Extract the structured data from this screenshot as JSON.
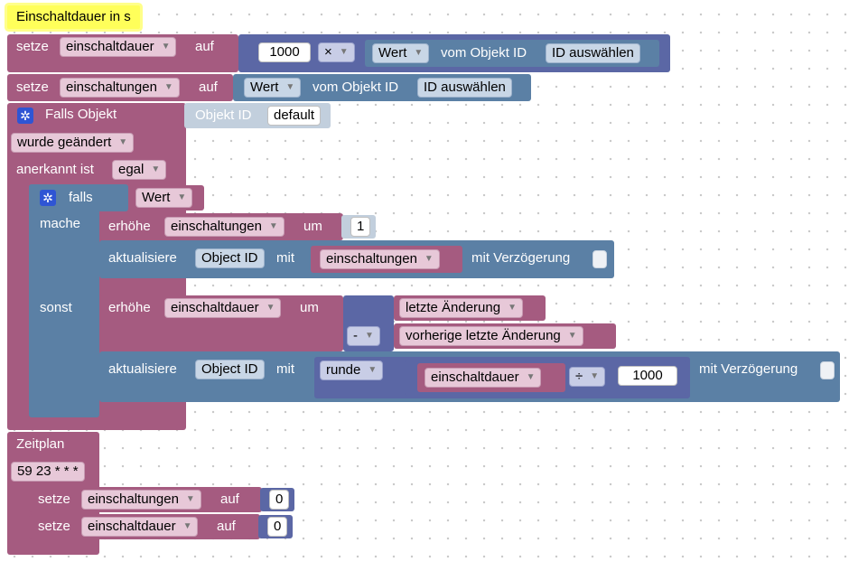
{
  "comment": "Einschaltdauer in s",
  "row1": {
    "setze": "setze",
    "var": "einschaltdauer",
    "auf": "auf",
    "num": "1000",
    "op": "×",
    "wert": "Wert",
    "vom": "vom Objekt ID",
    "id": "ID auswählen"
  },
  "row2": {
    "setze": "setze",
    "var": "einschaltungen",
    "auf": "auf",
    "wert": "Wert",
    "vom": "vom Objekt ID",
    "id": "ID auswählen"
  },
  "trigger": {
    "falls_objekt": "Falls Objekt",
    "objekt_id": "Objekt ID",
    "default": "default",
    "changed": "wurde geändert",
    "anerkannt": "anerkannt ist",
    "egal": "egal"
  },
  "ifblock": {
    "falls": "falls",
    "wert": "Wert",
    "mache": "mache",
    "sonst": "sonst",
    "erhoehe1": "erhöhe",
    "var1": "einschaltungen",
    "um1": "um",
    "num1": "1",
    "aktualisiere1": "aktualisiere",
    "objid1": "Object ID",
    "mit1": "mit",
    "valvar1": "einschaltungen",
    "verz1": "mit Verzögerung",
    "erhoehe2": "erhöhe",
    "var2": "einschaltdauer",
    "um2": "um",
    "letzte": "letzte Änderung",
    "minus": "-",
    "vorherige": "vorherige letzte Änderung",
    "aktualisiere2": "aktualisiere",
    "objid2": "Object ID",
    "mit2": "mit",
    "runde": "runde",
    "valvar2": "einschaltdauer",
    "div": "÷",
    "num2": "1000",
    "verz2": "mit Verzögerung"
  },
  "schedule": {
    "zeitplan": "Zeitplan",
    "cron": "59 23 * * *",
    "setze1": "setze",
    "var1": "einschaltungen",
    "auf1": "auf",
    "val1": "0",
    "setze2": "setze",
    "var2": "einschaltdauer",
    "auf2": "auf",
    "val2": "0"
  },
  "icons": {
    "gear": "gear-icon",
    "dropdown": "dropdown-arrow-icon"
  },
  "colors": {
    "event": "#a55b80",
    "logic": "#5b80a5",
    "math": "#5b67a5",
    "comment": "#ffff5a"
  }
}
